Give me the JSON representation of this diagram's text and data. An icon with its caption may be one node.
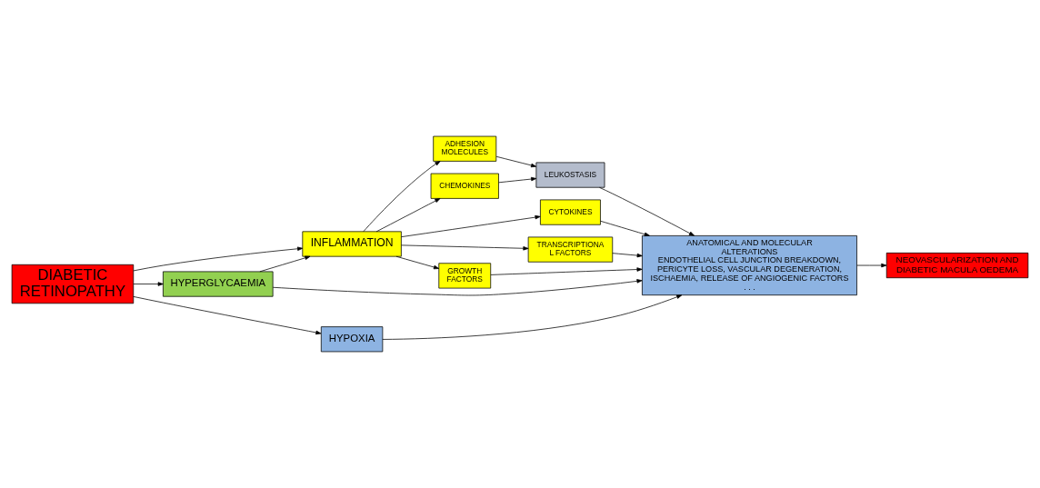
{
  "diagram": {
    "nodes": [
      {
        "text": [
          "DIABETIC RETINOPATHY"
        ]
      },
      {
        "text": [
          "INFLAMMATION"
        ]
      },
      {
        "text": [
          "HYPERGLYCAEMIA"
        ]
      },
      {
        "text": [
          "HYPOXIA"
        ]
      },
      {
        "text": [
          "ADHESION MOLECULES"
        ]
      },
      {
        "text": [
          "CHEMOKINES"
        ]
      },
      {
        "text": [
          "CYTOKINES"
        ]
      },
      {
        "text": [
          "TRANSCRIPTIONA L FACTORS"
        ]
      },
      {
        "text": [
          "GROWTH FACTORS"
        ]
      },
      {
        "text": [
          "LEUKOSTASIS"
        ]
      },
      {
        "text": [
          "ANATOMICAL AND MOLECULAR ALTERATIONS",
          "ENDOTHELIAL CELL JUNCTION BREAKDOWN, PERICYTE LOSS, VASCULAR DEGENERATION, ISCHAEMIA, RELEASE OF ANGIOGENIC FACTORS . . ."
        ]
      },
      {
        "text": [
          "NEOVASCULARIZATION AND DIABETIC MACULA OEDEMA"
        ]
      }
    ],
    "edges": [
      {
        "from": 0,
        "to": 1,
        "arrow": "to"
      },
      {
        "from": 0,
        "to": 2,
        "arrow": "to"
      },
      {
        "from": 0,
        "to": 3,
        "arrow": "to"
      },
      {
        "from": 2,
        "to": 1,
        "arrow": "to"
      },
      {
        "from": 1,
        "to": 4,
        "arrow": "to"
      },
      {
        "from": 1,
        "to": 5,
        "arrow": "to"
      },
      {
        "from": 1,
        "to": 6,
        "arrow": "to"
      },
      {
        "from": 1,
        "to": 7,
        "arrow": "to"
      },
      {
        "from": 1,
        "to": 8,
        "arrow": "to"
      },
      {
        "from": 4,
        "to": 9,
        "arrow": "to"
      },
      {
        "from": 5,
        "to": 9,
        "arrow": "to"
      },
      {
        "from": 9,
        "to": 10,
        "arrow": "to"
      },
      {
        "from": 6,
        "to": 10,
        "arrow": "to"
      },
      {
        "from": 7,
        "to": 10,
        "arrow": "to"
      },
      {
        "from": 8,
        "to": 10,
        "arrow": "to"
      },
      {
        "from": 2,
        "to": 10,
        "arrow": "to"
      },
      {
        "from": 3,
        "to": 10,
        "arrow": "to"
      },
      {
        "from": 10,
        "to": 11,
        "arrow": "to"
      }
    ]
  }
}
